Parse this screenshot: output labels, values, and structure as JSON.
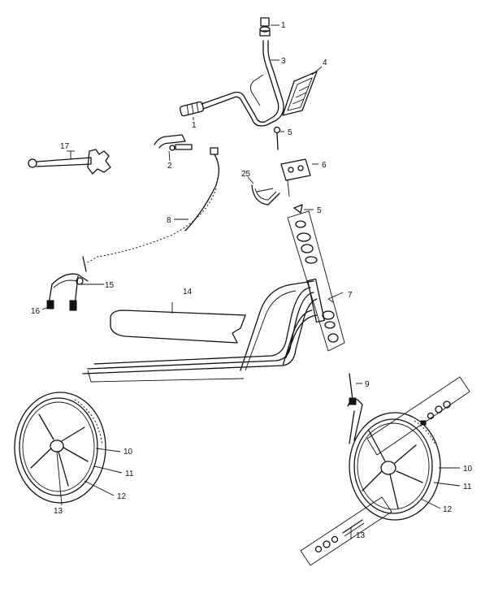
{
  "callouts": {
    "c1_top": "1",
    "c1_grip": "1",
    "c2": "2",
    "c3": "3",
    "c4": "4",
    "c5_upper": "5",
    "c5_lower": "5",
    "c6": "6",
    "c7": "7",
    "c8": "8",
    "c9": "9",
    "c10_left": "10",
    "c11_left": "11",
    "c12_left": "12",
    "c13_left": "13",
    "c10_right": "10",
    "c11_right": "11",
    "c12_right": "12",
    "c13_right": "13",
    "c14": "14",
    "c15": "15",
    "c16": "16",
    "c17": "17",
    "c25": "25"
  }
}
